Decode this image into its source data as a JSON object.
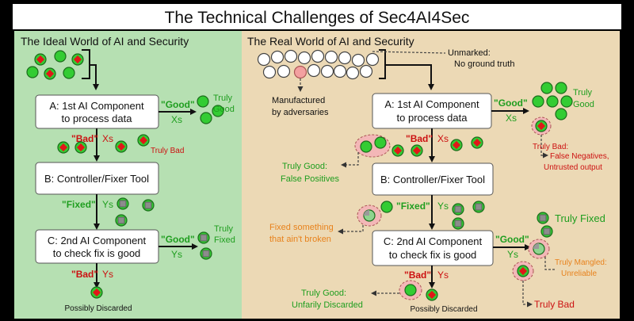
{
  "title": "The Technical Challenges of Sec4AI4Sec",
  "colors": {
    "frame": "#000000",
    "title_bg": "#ffffff",
    "left_panel": "#b6e0b2",
    "right_panel": "#ecd9b5",
    "good_green": "#1f9e1f",
    "bad_red": "#cc1111",
    "orange": "#e8821c",
    "gray_fill": "#8c8c8c",
    "pink": "#f3b7b7"
  },
  "left": {
    "heading": "The Ideal World of AI and Security",
    "box_a": [
      "A: 1st AI Component",
      "to process data"
    ],
    "box_b": "B: Controller/Fixer Tool",
    "box_c": [
      "C: 2nd AI Component",
      "to check fix is good"
    ],
    "good_quote": "\"Good\"",
    "good_xs": "Xs",
    "truly_good": [
      "Truly",
      "Good"
    ],
    "bad_quote": "\"Bad\"",
    "bad_xs": "Xs",
    "truly_bad": "Truly Bad",
    "fixed_quote": "\"Fixed\"",
    "fixed_ys": "Ys",
    "good2_quote": "\"Good\"",
    "good2_ys": "Ys",
    "truly_fixed": [
      "Truly",
      "Fixed"
    ],
    "bad2_quote": "\"Bad\"",
    "bad2_ys": "Ys",
    "possibly_discarded": "Possibly Discarded"
  },
  "right": {
    "heading": "The Real World of AI and Security",
    "unmarked": [
      "Unmarked:",
      "No ground truth"
    ],
    "manufactured": [
      "Manufactured",
      "by adversaries"
    ],
    "box_a": [
      "A: 1st AI Component",
      "to process data"
    ],
    "box_b": "B: Controller/Fixer Tool",
    "box_c": [
      "C: 2nd AI Component",
      "to check fix is good"
    ],
    "good_quote": "\"Good\"",
    "good_xs": "Xs",
    "truly_good": [
      "Truly",
      "Good"
    ],
    "bad_quote": "\"Bad\"",
    "bad_xs": "Xs",
    "truly_bad_fn": [
      "Truly Bad:",
      "False Negatives,",
      "Untrusted output"
    ],
    "truly_good_fp": [
      "Truly Good:",
      "False Positives"
    ],
    "fixed_quote": "\"Fixed\"",
    "fixed_ys": "Ys",
    "fixed_something": [
      "Fixed something",
      "that ain't broken"
    ],
    "truly_fixed": "Truly Fixed",
    "good2_quote": "\"Good\"",
    "good2_ys": "Ys",
    "truly_mangled": [
      "Truly Mangled:",
      "Unreliable"
    ],
    "truly_bad": "Truly Bad",
    "bad2_quote": "\"Bad\"",
    "bad2_ys": "Ys",
    "truly_good_discarded": [
      "Truly Good:",
      "Unfarily Discarded"
    ],
    "possibly_discarded": "Possibly Discarded"
  }
}
